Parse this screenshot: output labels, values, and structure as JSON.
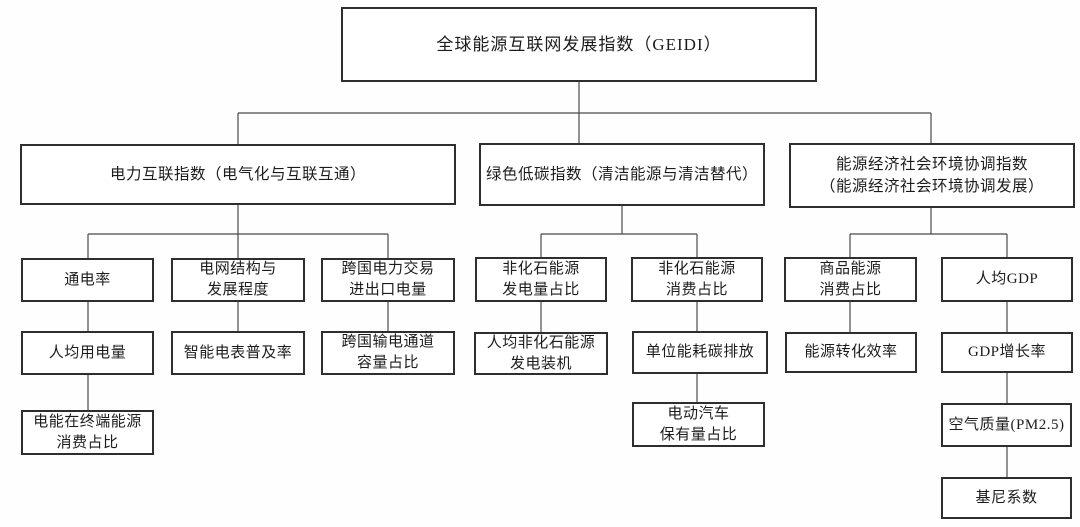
{
  "nodes": {
    "geidi": {
      "label": "全球能源互联网发展指数（GEIDI）",
      "parent": null
    },
    "power_interconnection": {
      "label": "电力互联指数（电气化与互联互通）",
      "parent": "geidi"
    },
    "green_low_carbon": {
      "label": "绿色低碳指数（清洁能源与清洁替代）",
      "parent": "geidi"
    },
    "energy_economy_coordination": {
      "label": "能源经济社会环境协调指数\n（能源经济社会环境协调发展）",
      "parent": "geidi"
    },
    "electrification_rate": {
      "label": "通电率",
      "parent": "power_interconnection"
    },
    "grid_structure": {
      "label": "电网结构与\n发展程度",
      "parent": "power_interconnection"
    },
    "cross_border_trade": {
      "label": "跨国电力交易\n进出口电量",
      "parent": "power_interconnection"
    },
    "per_capita_electricity": {
      "label": "人均用电量",
      "parent": "electrification_rate"
    },
    "smart_meter_rate": {
      "label": "智能电表普及率",
      "parent": "grid_structure"
    },
    "cross_border_channel": {
      "label": "跨国输电通道\n容量占比",
      "parent": "cross_border_trade"
    },
    "terminal_electricity_share": {
      "label": "电能在终端能源\n消费占比",
      "parent": "per_capita_electricity"
    },
    "non_fossil_generation_share": {
      "label": "非化石能源\n发电量占比",
      "parent": "green_low_carbon"
    },
    "non_fossil_consumption_share": {
      "label": "非化石能源\n消费占比",
      "parent": "green_low_carbon"
    },
    "per_capita_non_fossil_capacity": {
      "label": "人均非化石能源\n发电装机",
      "parent": "non_fossil_generation_share"
    },
    "carbon_per_unit_energy": {
      "label": "单位能耗碳排放",
      "parent": "non_fossil_consumption_share"
    },
    "ev_ownership_share": {
      "label": "电动汽车\n保有量占比",
      "parent": "carbon_per_unit_energy"
    },
    "commodity_energy_share": {
      "label": "商品能源\n消费占比",
      "parent": "energy_economy_coordination"
    },
    "per_capita_gdp": {
      "label": "人均GDP",
      "parent": "energy_economy_coordination"
    },
    "energy_conversion_efficiency": {
      "label": "能源转化效率",
      "parent": "commodity_energy_share"
    },
    "gdp_growth_rate": {
      "label": "GDP增长率",
      "parent": "per_capita_gdp"
    },
    "air_quality": {
      "label": "空气质量(PM2.5)",
      "parent": "gdp_growth_rate"
    },
    "gini_coefficient": {
      "label": "基尼系数",
      "parent": "air_quality"
    }
  },
  "colors": {
    "box_border": "#2e2e2e",
    "connector": "#4a4a4a",
    "background": "#fefefe",
    "text": "#1c1c1c"
  }
}
